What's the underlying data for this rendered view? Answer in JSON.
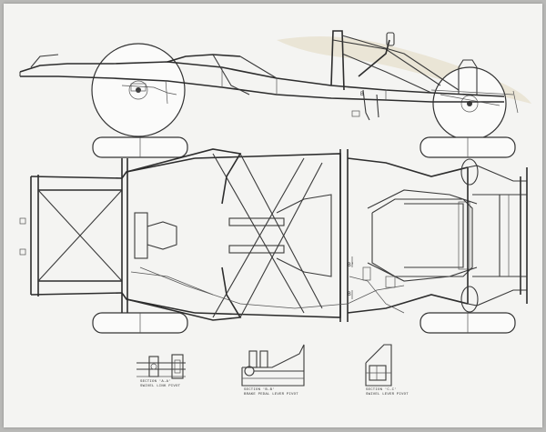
{
  "drawing": {
    "sections": [
      {
        "id": "a",
        "title": "SECTION 'A-A'",
        "subtitle": "SWIVEL LINK PIVOT"
      },
      {
        "id": "b",
        "title": "SECTION 'B-B'",
        "subtitle": "BRAKE PEDAL LEVER PIVOT"
      },
      {
        "id": "c",
        "title": "SECTION 'C-C'",
        "subtitle": "SWIVEL LEVER PIVOT"
      }
    ],
    "markers": {
      "plan_b1": "B'",
      "plan_b2": "B",
      "side_b": "B"
    },
    "colors": {
      "paper": "#f4f4f2",
      "ink": "#333333",
      "stain": "#c8b48a"
    }
  }
}
